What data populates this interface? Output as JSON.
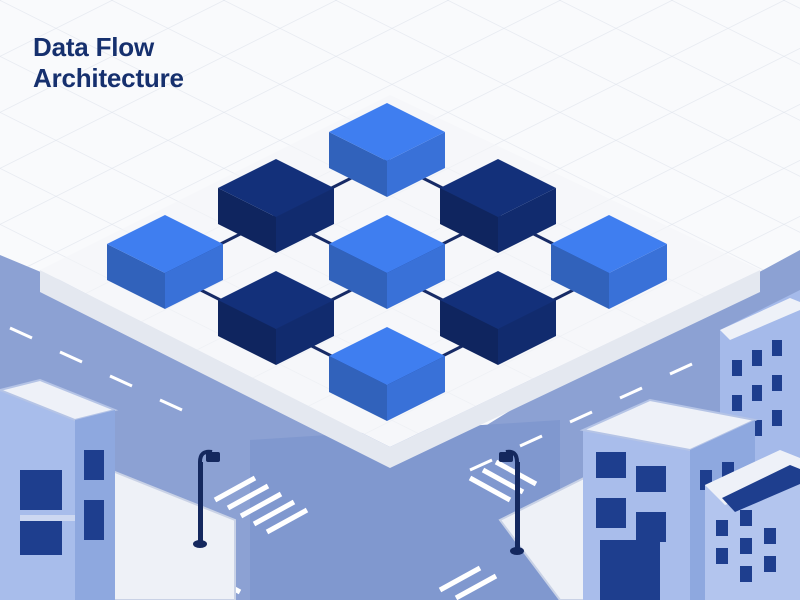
{
  "title": {
    "line1": "Data Flow",
    "line2": "Architecture"
  },
  "colors": {
    "title": "#16306e",
    "node_light": "#3f7ef0",
    "node_dark": "#13307a",
    "connector": "#172b66",
    "platform": "#f7f8fb",
    "grid": "#e3e7ef",
    "road": "#7f97cf",
    "building": "#9fb6ea",
    "window": "#1e3e8e"
  },
  "diagram": {
    "nodes": [
      {
        "id": "n1",
        "tone": "light"
      },
      {
        "id": "n2",
        "tone": "dark"
      },
      {
        "id": "n3",
        "tone": "dark"
      },
      {
        "id": "n4",
        "tone": "light"
      },
      {
        "id": "n5",
        "tone": "light"
      },
      {
        "id": "n6",
        "tone": "light"
      },
      {
        "id": "n7",
        "tone": "dark"
      },
      {
        "id": "n8",
        "tone": "dark"
      },
      {
        "id": "n9",
        "tone": "light"
      }
    ],
    "edges": [
      [
        "n1",
        "n2"
      ],
      [
        "n1",
        "n3"
      ],
      [
        "n2",
        "n4"
      ],
      [
        "n2",
        "n5"
      ],
      [
        "n3",
        "n5"
      ],
      [
        "n3",
        "n6"
      ],
      [
        "n4",
        "n7"
      ],
      [
        "n5",
        "n7"
      ],
      [
        "n5",
        "n8"
      ],
      [
        "n6",
        "n8"
      ],
      [
        "n7",
        "n9"
      ],
      [
        "n8",
        "n9"
      ]
    ]
  }
}
